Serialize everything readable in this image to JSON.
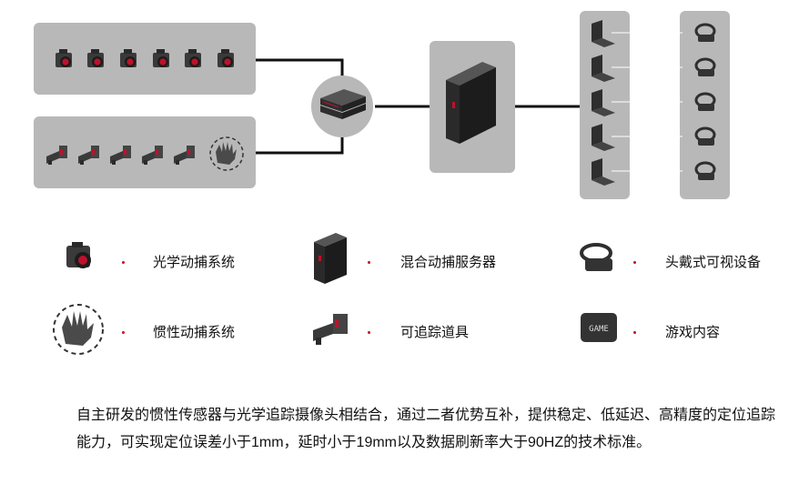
{
  "legend": [
    {
      "label": "光学动捕系统",
      "icon": "optical-camera-icon"
    },
    {
      "label": "混合动捕服务器",
      "icon": "server-icon"
    },
    {
      "label": "头戴式可视设备",
      "icon": "vr-headset-icon"
    },
    {
      "label": "惯性动捕系统",
      "icon": "inertial-glove-icon"
    },
    {
      "label": "可追踪道具",
      "icon": "tracked-prop-icon"
    },
    {
      "label": "游戏内容",
      "icon": "game-icon"
    }
  ],
  "game_icon_text": "GAME",
  "description": "自主研发的惯性传感器与光学追踪摄像头相结合，通过二者优势互补，提供稳定、低延迟、高精度的定位追踪能力，可实现定位误差小于1mm，延时小于19mm以及数据刷新率大于90HZ的技术标准。",
  "colors": {
    "panel": "#b8b8b8",
    "accent": "#c0102a",
    "device": "#333333"
  }
}
